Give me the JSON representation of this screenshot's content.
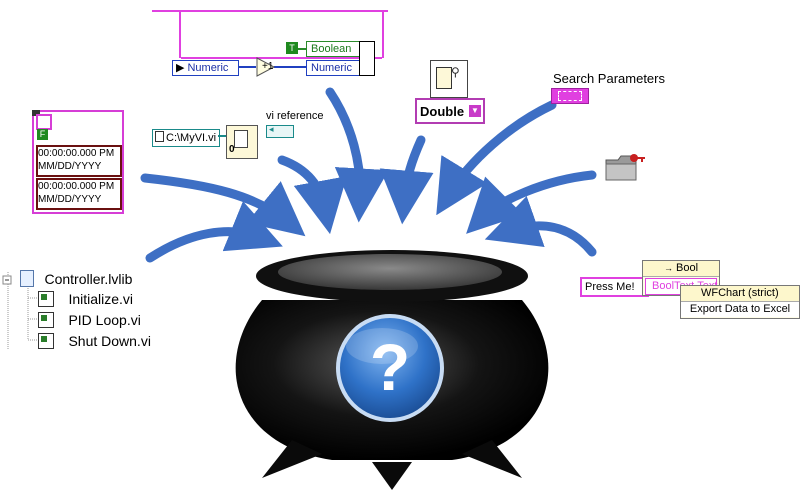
{
  "top_block": {
    "numeric_control": "Numeric",
    "numeric_indicator": "Numeric",
    "boolean_indicator": "Boolean",
    "true_const": "T",
    "add_one": "+1"
  },
  "timestamp_cluster": {
    "bool_const": "F",
    "time1": "00:00:00.000 PM",
    "date1": "MM/DD/YYYY",
    "time2": "00:00:00.000 PM",
    "date2": "MM/DD/YYYY"
  },
  "path_block": {
    "path_const": "C:\\MyVI.vi",
    "vi_reference_label": "vi reference",
    "open_ref_digit": "0"
  },
  "double_ring": {
    "label": "Double"
  },
  "search_params": {
    "label": "Search Parameters"
  },
  "project_tree": {
    "root": "Controller.lvlib",
    "items": [
      {
        "label": "Initialize.vi"
      },
      {
        "label": "PID Loop.vi"
      },
      {
        "label": "Shut Down.vi"
      }
    ]
  },
  "property_block": {
    "button_const": "Press Me!",
    "bool_node": "Bool",
    "bool_property": "BoolText.Text",
    "chart_ref": "WFChart (strict)",
    "chart_method": "Export Data to Excel"
  },
  "center_icon": {
    "glyph": "?"
  },
  "colors": {
    "arrow": "#3e6fc4",
    "wire_pink": "#e040e0",
    "cauldron": "#111111",
    "question_blue": "#2f72c8"
  }
}
